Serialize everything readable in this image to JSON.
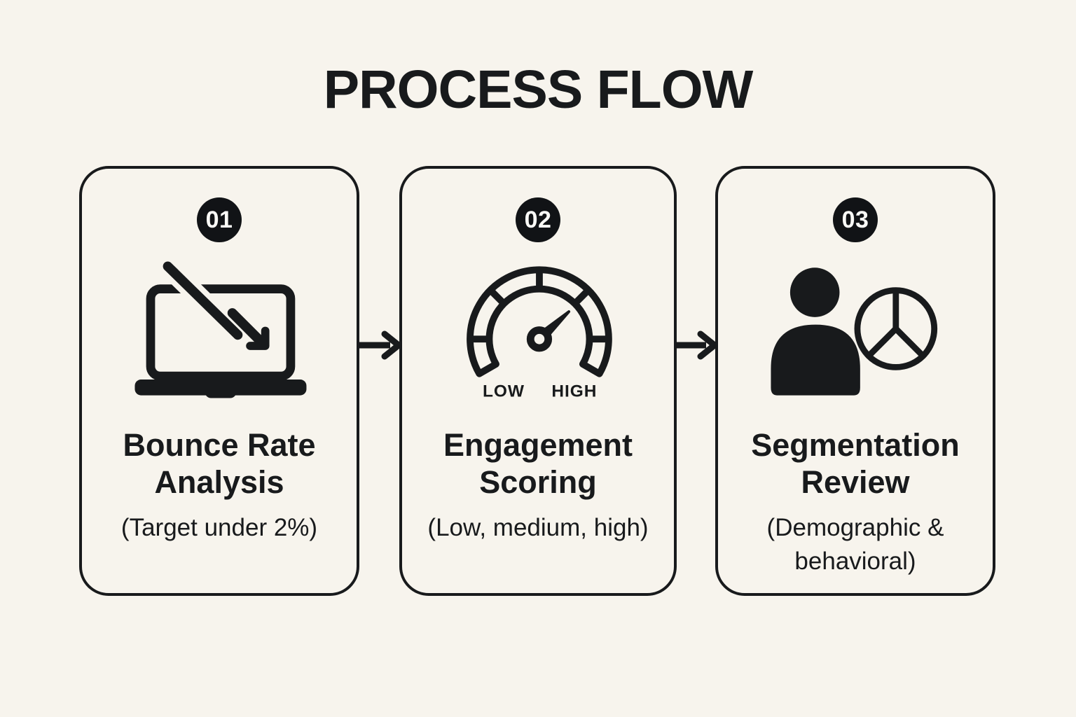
{
  "title": "PROCESS FLOW",
  "colors": {
    "background": "#F7F4ED",
    "ink": "#181A1C",
    "badge_fill": "#111316",
    "badge_text": "#FAFAF7"
  },
  "steps": [
    {
      "number": "01",
      "icon": "laptop-declining-trend-icon",
      "title": "Bounce Rate Analysis",
      "subtitle": "(Target under 2%)"
    },
    {
      "number": "02",
      "icon": "gauge-icon",
      "title": "Engagement Scoring",
      "subtitle": "(Low, medium, high)",
      "gauge_labels": {
        "low": "LOW",
        "high": "HIGH"
      }
    },
    {
      "number": "03",
      "icon": "person-pie-chart-icon",
      "title": "Segmentation Review",
      "subtitle": "(Demographic & behavioral)"
    }
  ],
  "connectors": [
    {
      "type": "arrow-right"
    },
    {
      "type": "arrow-right"
    }
  ]
}
